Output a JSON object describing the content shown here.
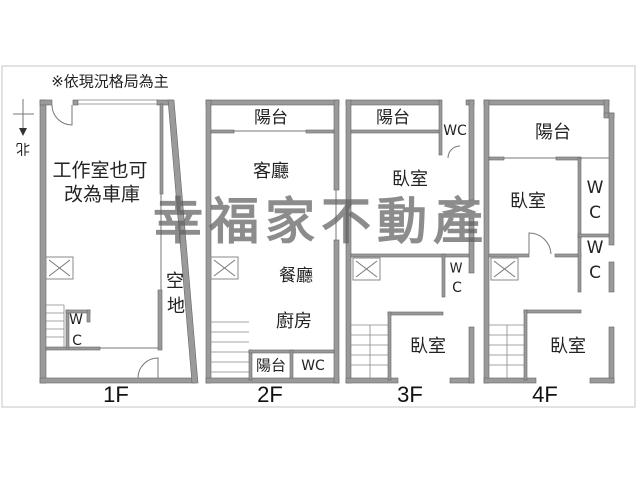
{
  "note": "※依現況格局為主",
  "compass": {
    "label": "北"
  },
  "watermark": "幸福家不動產",
  "floors": {
    "f1": {
      "label": "1F",
      "room_line1": "工作室也可",
      "room_line2": "改為車庫",
      "open_1": "空",
      "open_2": "地",
      "wc_w": "W",
      "wc_c": "C"
    },
    "f2": {
      "label": "2F",
      "balcony": "陽台",
      "living": "客廳",
      "dining": "餐廳",
      "kitchen": "廚房",
      "rear_balcony": "陽台",
      "wc": "WC"
    },
    "f3": {
      "label": "3F",
      "balcony": "陽台",
      "wc": "WC",
      "bedroom1": "臥室",
      "wc2_w": "W",
      "wc2_c": "C",
      "bedroom2": "臥室"
    },
    "f4": {
      "label": "4F",
      "balcony": "陽台",
      "bedroom1": "臥室",
      "wc1_w": "W",
      "wc1_c": "C",
      "wc2_w": "W",
      "wc2_c": "C",
      "bedroom2": "臥室"
    }
  },
  "colors": {
    "wall": "#9a9a9a",
    "frame": "#d8d8d8"
  }
}
